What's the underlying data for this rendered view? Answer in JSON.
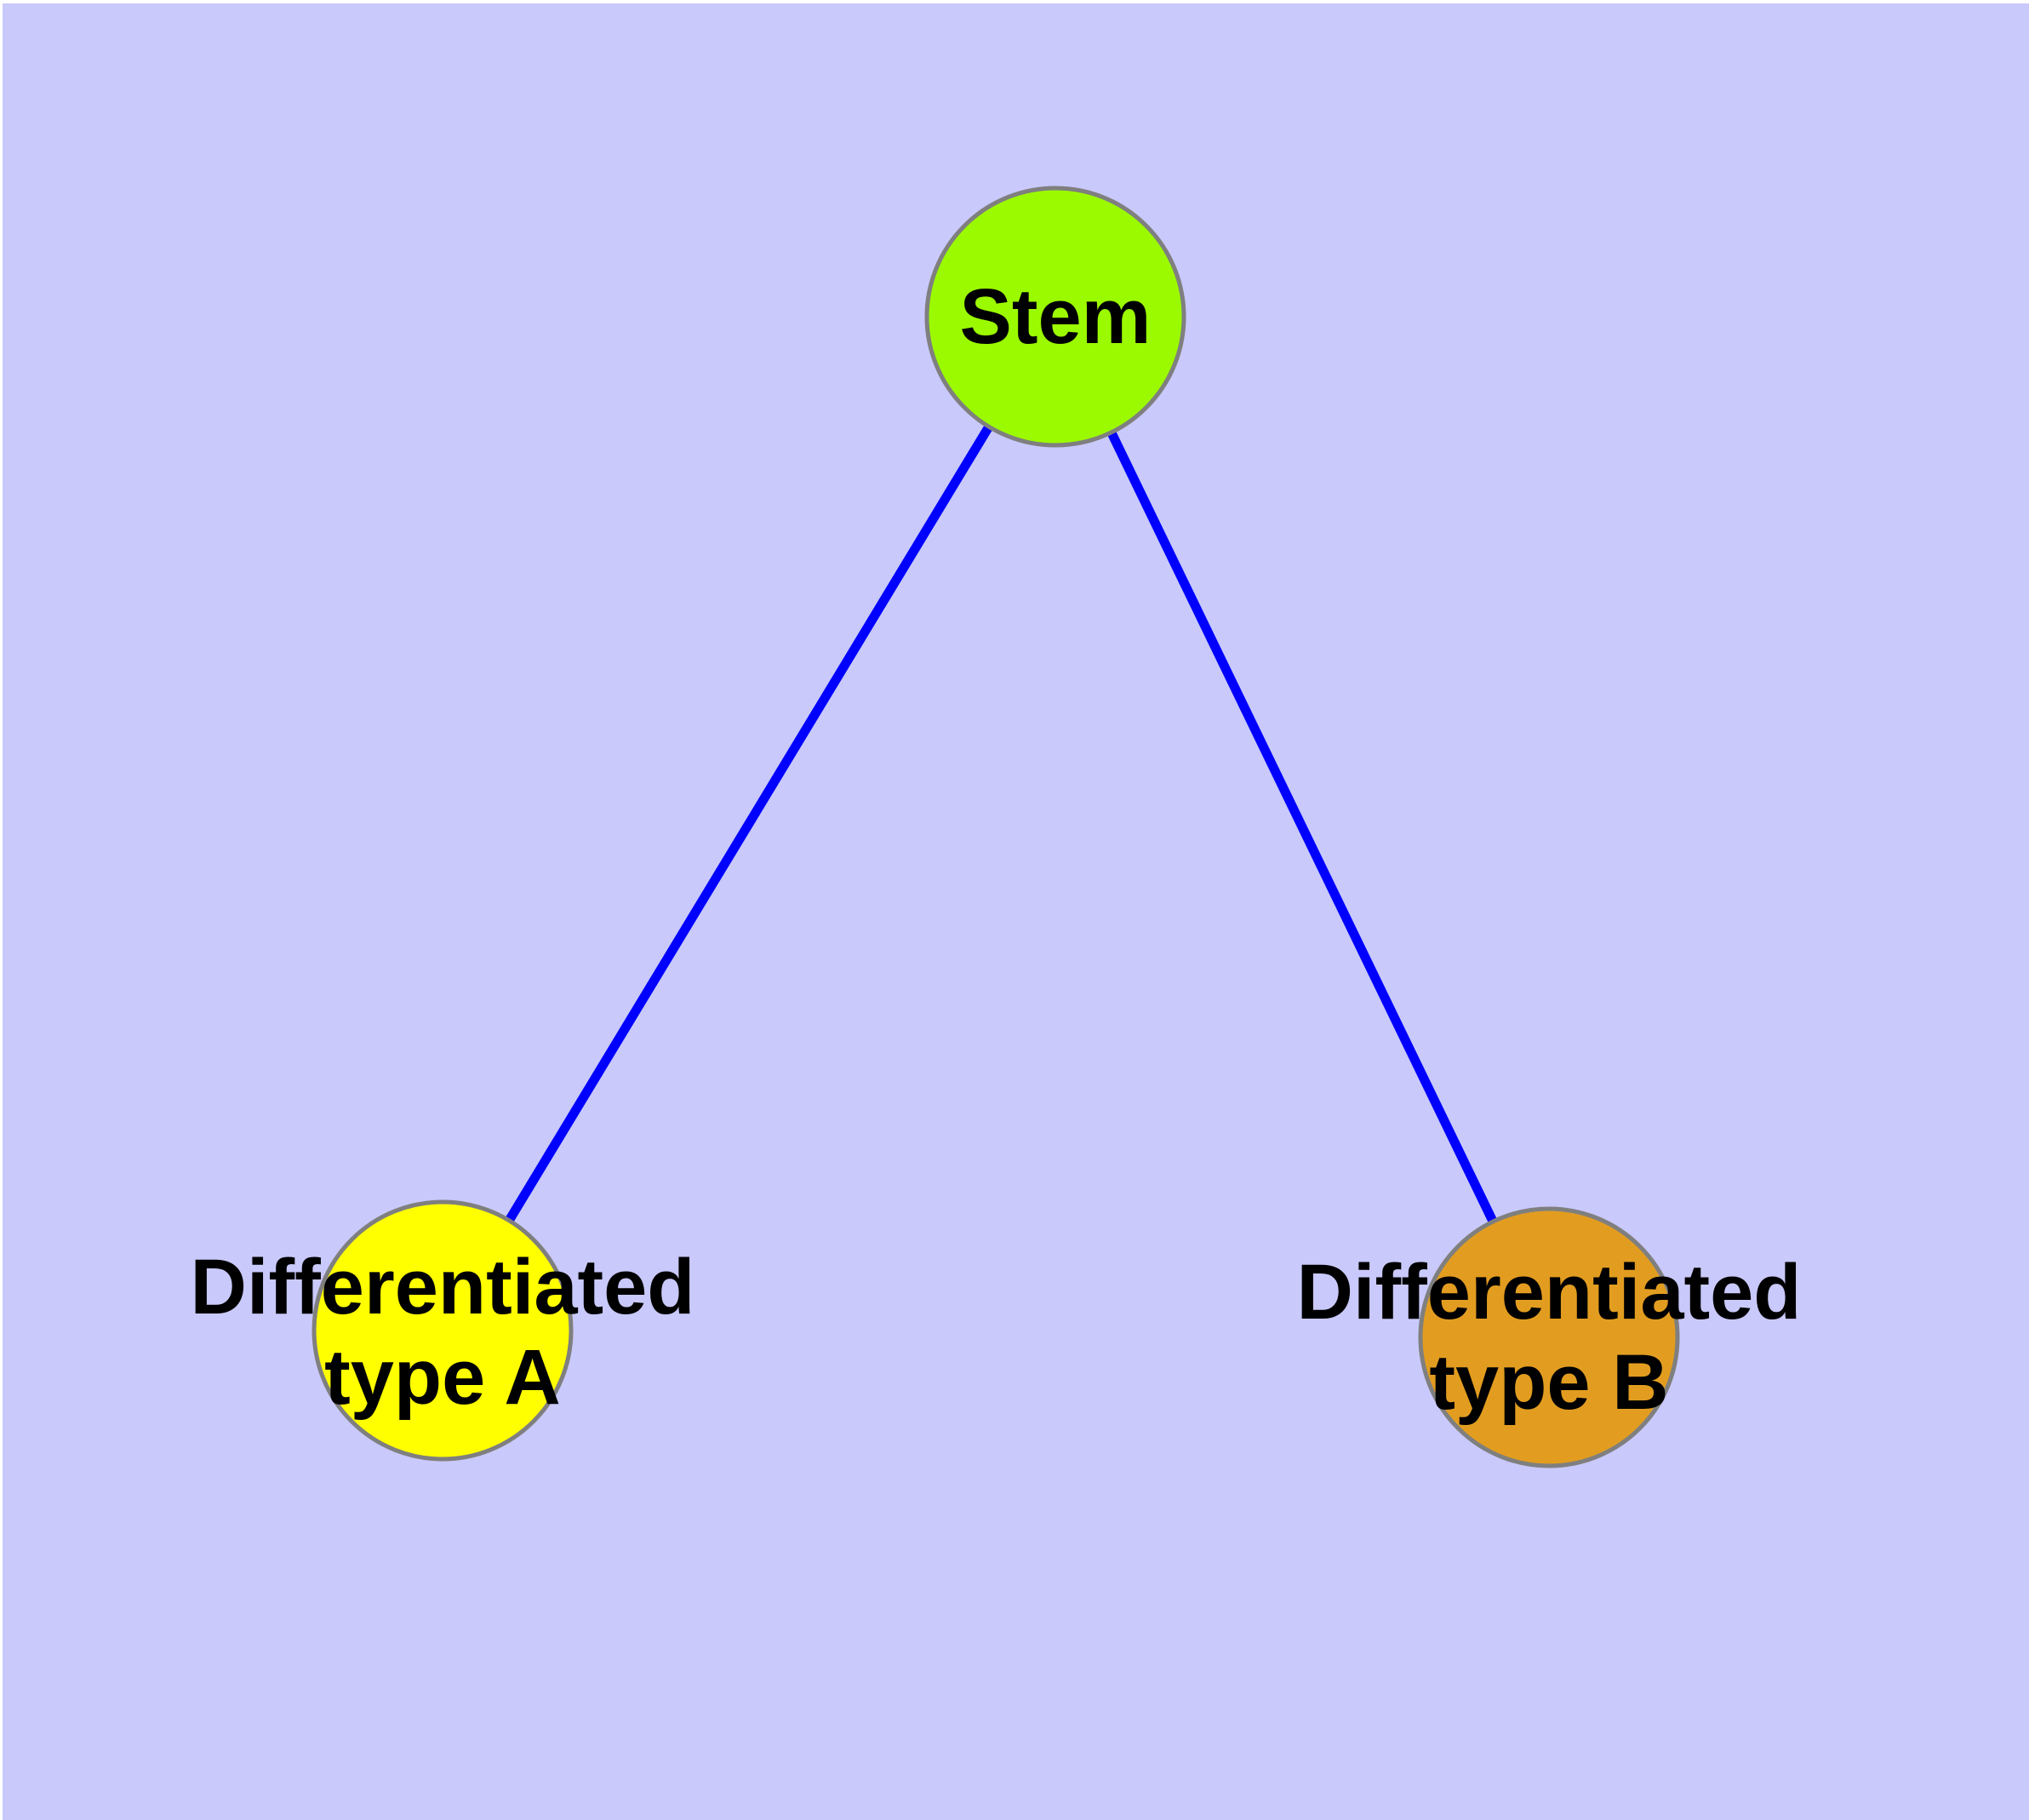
{
  "diagram": {
    "type": "graph",
    "background_color": "#c9c9fb",
    "page_margin_color": "#ffffff",
    "edge_color": "#0000ff",
    "node_border_color": "#7f7f7f",
    "label_color": "#000000",
    "nodes": [
      {
        "id": "stem",
        "label": "Stem",
        "fill": "#9bfa00"
      },
      {
        "id": "differentiated-type-a",
        "label_line1": "Differentiated",
        "label_line2": "type A",
        "fill": "#ffff00"
      },
      {
        "id": "differentiated-type-b",
        "label_line1": "Differentiated",
        "label_line2": "type B",
        "fill": "#e29d20"
      }
    ],
    "edges": [
      {
        "from": "Stem",
        "to": "Differentiated type A"
      },
      {
        "from": "Stem",
        "to": "Differentiated type B"
      }
    ]
  }
}
